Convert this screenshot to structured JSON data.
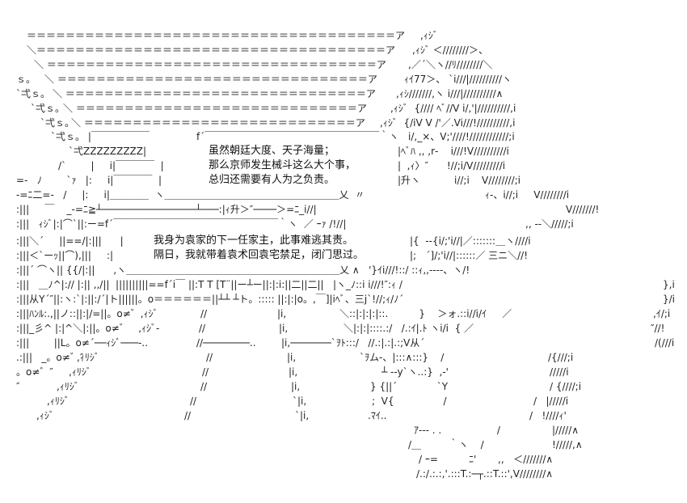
{
  "lines": [
    [
      "＝＝＝＝＝＝＝＝＝＝＝＝＝＝＝＝＝＝＝＝＝＝＝＝＝＝＝＝＝＝＝＝＝＝＝＝＝＝ア",
      ",ｨｼﾞ"
    ],
    [
      "＼＝＝＝＝＝＝＝＝＝＝＝＝＝＝＝＝＝＝＝＝＝＝＝＝＝＝＝＝＝＝＝＝＝＝＝＝ア",
      ",ｨｼﾞ ＜////////＞、"
    ],
    [
      "＼ ＝＝＝＝＝＝＝＝＝＝＝＝＝＝＝＝＝＝＝＝＝＝＝＝＝＝＝＝＝＝＝＝＝＝ア",
      ",／´＼ヽ//ﾘ////////＼"
    ],
    [
      "ｓ。",
      "＼ ＝＝＝＝＝＝＝＝＝＝＝＝＝＝＝＝＝＝＝＝＝＝＝＝＝＝＝＝＝＝＝＝ア",
      "ｨｲ77＞、 `i///|//////////ヽ"
    ],
    [
      "`弌ｓ。",
      "＼ ＝＝＝＝＝＝＝＝＝＝＝＝＝＝＝＝＝＝＝＝＝＝＝＝＝＝＝＝＝＝＝ア",
      ",ｨｼ///////,ヽ i///|//////////∧"
    ],
    [
      "`弌ｓ。",
      "＼ ＝＝＝＝＝＝＝＝＝＝＝＝＝＝＝＝＝＝＝＝＝＝＝＝＝＝＝＝＝ア",
      ",ｨｼﾞ  {//// ﾍﾞ//V i/,'|//////////,i"
    ],
    [
      "`弌ｓ。",
      "＼ ＝＝＝＝＝＝＝＝＝＝＝＝＝＝＝＝＝＝＝＝＝＝＝＝＝＝＝＝ア",
      ",ｨｼﾞ  {/iV V /'／.Vi///!//////////,i"
    ],
    [
      "`弌ｓ。 |￣￣￣￣￣￣",
      "f´￣￣￣￣￣￣￣￣￣￣￣￣￣￣￣￣￣￣｀ヽ",
      "i/,_×、V;'////!////////////;i"
    ],
    [
      "`弌ZZZZZZZZZ|",
      "虽然朝廷大度、天子海量；",
      "|ﾍﾞﾊ ,, ,r‐    i///!V//////////i"
    ],
    [
      "/`        |     i|￣￣￣￣  |",
      "那么京师发生械斗这么大个事，",
      "|  ,ｨ〉″      !//;i/V/////////i"
    ],
    [
      "=-   ﾉ        `ｧ   |:     i|￣￣￣￣  |",
      "总归还需要有人为之负责。",
      "|升ヽ           i//;i    V////////;i"
    ],
    [
      "-=ﾆ二=-   /     |:     i|＿＿＿＿  ヽ＿＿＿＿＿＿＿＿＿＿＿＿＿＿＿＿＿＿乂  〃",
      "ｨ-、i//;i     V////////i"
    ],
    [
      ":|||     ￣    _-=ﾆ≧┴────────────────┴───:|ｨ升＞″────＞=ﾆ_i//|",
      "V///////!"
    ],
    [
      ":|||   ｨｼﾞ|:|⌒`||:ー=f´￣￣￣￣￣￣￣￣￣￣￣￣￣￣￣￣￣｀ヽ  ／ ｰｧ /!//|",
      ",, -‐＼/////;i"
    ],
    [
      ":|||＼´     ||==/|:|||      |",
      "我身为袁家的下一任家主，此事难逃其责。",
      "|{  ‐-{i/;'i//|／:::::::＿ヽ////i"
    ],
    [
      ":|||＜`ーｯ||⌒),|||     :|",
      "隔日，我就带着袁术回袁宅禁足，闭门思过。",
      "|;   ´]/;'i//|::::::／ 三ニ＼//!"
    ],
    [
      ":|||´ ⌒ヽ|| {{/|:||      ,ヽ＿＿＿＿＿＿＿＿＿＿＿＿＿＿＿＿＿＿＿＿＿＿乂 ∧   '}ｲi///!::/ ::ｨ,,-‐‐-、ヽ/!"
    ],
    [
      ":|||   ＿ﾉ^|:// |:|| ,,/||  ||||||||||==f´i￣ ||:T T [T¨||ー┴ー||:|:i:||二||二||   |ヽ_ﾉ::i i///!″:ｨ /",
      "},i"
    ],
    [
      ":|||从Y´″||:ヽ:`|:||:/´|ト||||||。o＝＝＝＝＝＝||┴┴ ┴ト。::::: ||:|:|o。,￣]|iﾍﾞ、三j`!//;ｨ/ﾉ´",
      "}/i"
    ],
    [
      ":|||ﾊﾝﾙ:.,||ノ::||:|/=||。o≠゛,ｨｼﾞ",
      "//",
      "|i,",
      "＼::|:|:|:|::.          }    ＞ォ.::i//i/ｲ     ／",
      ",ｲ/;i"
    ],
    [
      ":|||_彡^ |:|^＼|:||。o≠゛   ,ｨｼﾞ-",
      "//",
      "|i,",
      "＼|:|:|::::.:/   /.:ｲ|.ﾄ ヽi/i  { ／",
      "″//!"
    ],
    [
      ":|||        ||L。o≠´──ｨｼﾞ───-..",
      "//────────..",
      "|i,───────`ｦﾄ:::/   //.:|.:|.:;V从´",
      "/(///i"
    ],
    [
      ".:|||   _。o≠゛″",
      ",ｨﾘｼﾞ",
      "//",
      "|i,",
      "`ｦム‐、|:::∧:::}    /",
      "/{///;i"
    ],
    [
      "。o≠゛″",
      ",ｨﾘｼﾞ",
      "//",
      "|i,",
      "┴ --y`ヽ..:}  ,-'",
      "/////i"
    ],
    [
      "″",
      ",ｨﾘｼﾞ",
      "//",
      "|i,",
      "} {||´             `Y",
      "/ {////;i"
    ],
    [
      ",ｨﾘｼﾞ",
      "//",
      "`|i,",
      ";  V{                /",
      "/   |/////i"
    ],
    [
      ",ｨｼﾞ",
      "//",
      "`|i,",
      ".ﾏｲ..",
      "/   !////ｨ'"
    ],
    [
      "ｱ-‐- . .                  /",
      "|/////∧"
    ],
    [
      "/＿         ｀ヽ    /",
      "!/////,∧"
    ],
    [
      "/ ｰ=          ﾆ'       ,,   ＜///////∧"
    ],
    [
      "/.:/.:.:,'.:::T.:─┬.::T.::',V////////∧"
    ]
  ]
}
